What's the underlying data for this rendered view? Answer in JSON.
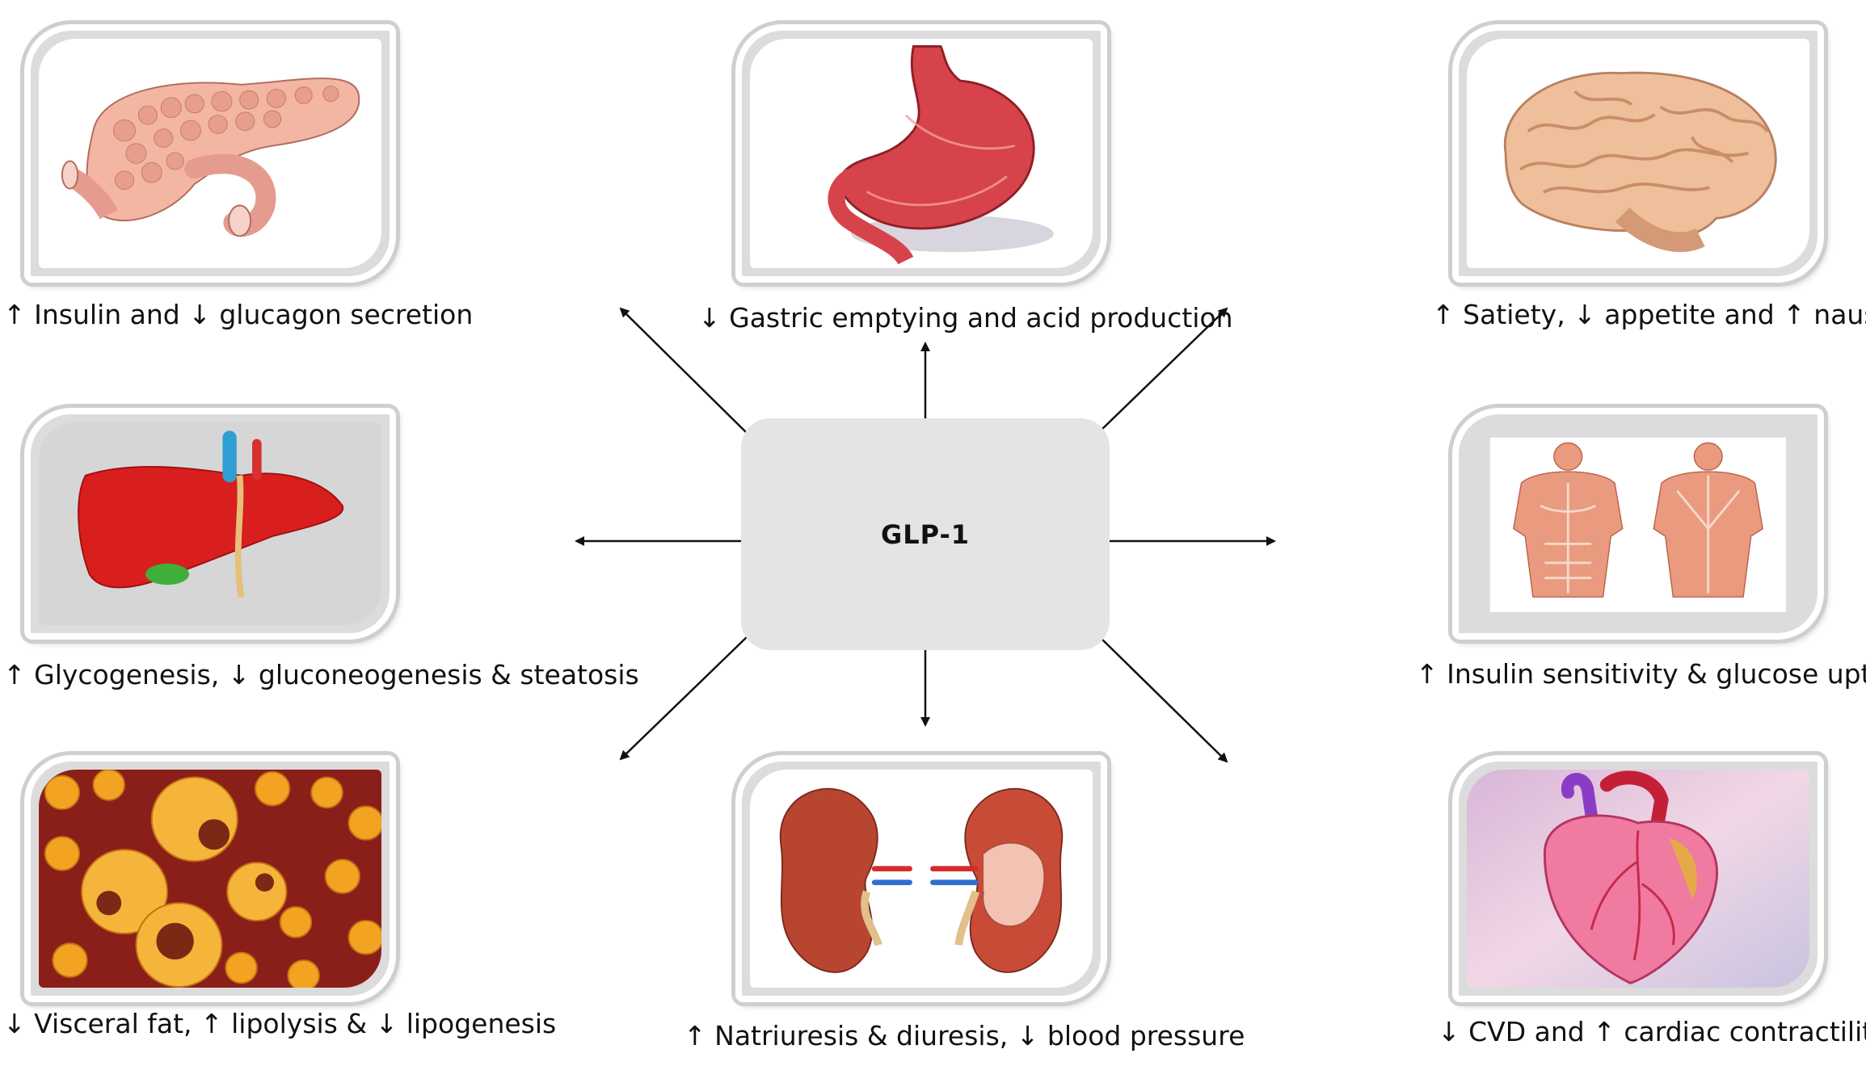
{
  "center": {
    "label": "GLP-1"
  },
  "colors": {
    "arrow": "#111111",
    "card_bg": "#dcdcdc",
    "center_bg": "#e4e4e4"
  },
  "organs": [
    {
      "id": "pancreas",
      "icon": "pancreas-icon",
      "label": "↑ Insulin and ↓ glucagon secretion"
    },
    {
      "id": "stomach",
      "icon": "stomach-icon",
      "label": "↓ Gastric emptying and acid production"
    },
    {
      "id": "brain",
      "icon": "brain-icon",
      "label": "↑ Satiety, ↓ appetite and ↑ nausea"
    },
    {
      "id": "liver",
      "icon": "liver-icon",
      "label": "↑ Glycogenesis, ↓ gluconeogenesis & steatosis"
    },
    {
      "id": "muscle",
      "icon": "muscle-icon",
      "label": "↑ Insulin sensitivity & glucose uptake"
    },
    {
      "id": "adipose",
      "icon": "adipose-cells-icon",
      "label": "↓ Visceral fat, ↑ lipolysis & ↓ lipogenesis"
    },
    {
      "id": "kidney",
      "icon": "kidney-icon",
      "label": "↑ Natriuresis & diuresis, ↓ blood pressure"
    },
    {
      "id": "heart",
      "icon": "heart-icon",
      "label": "↓ CVD and ↑ cardiac contractility"
    }
  ]
}
